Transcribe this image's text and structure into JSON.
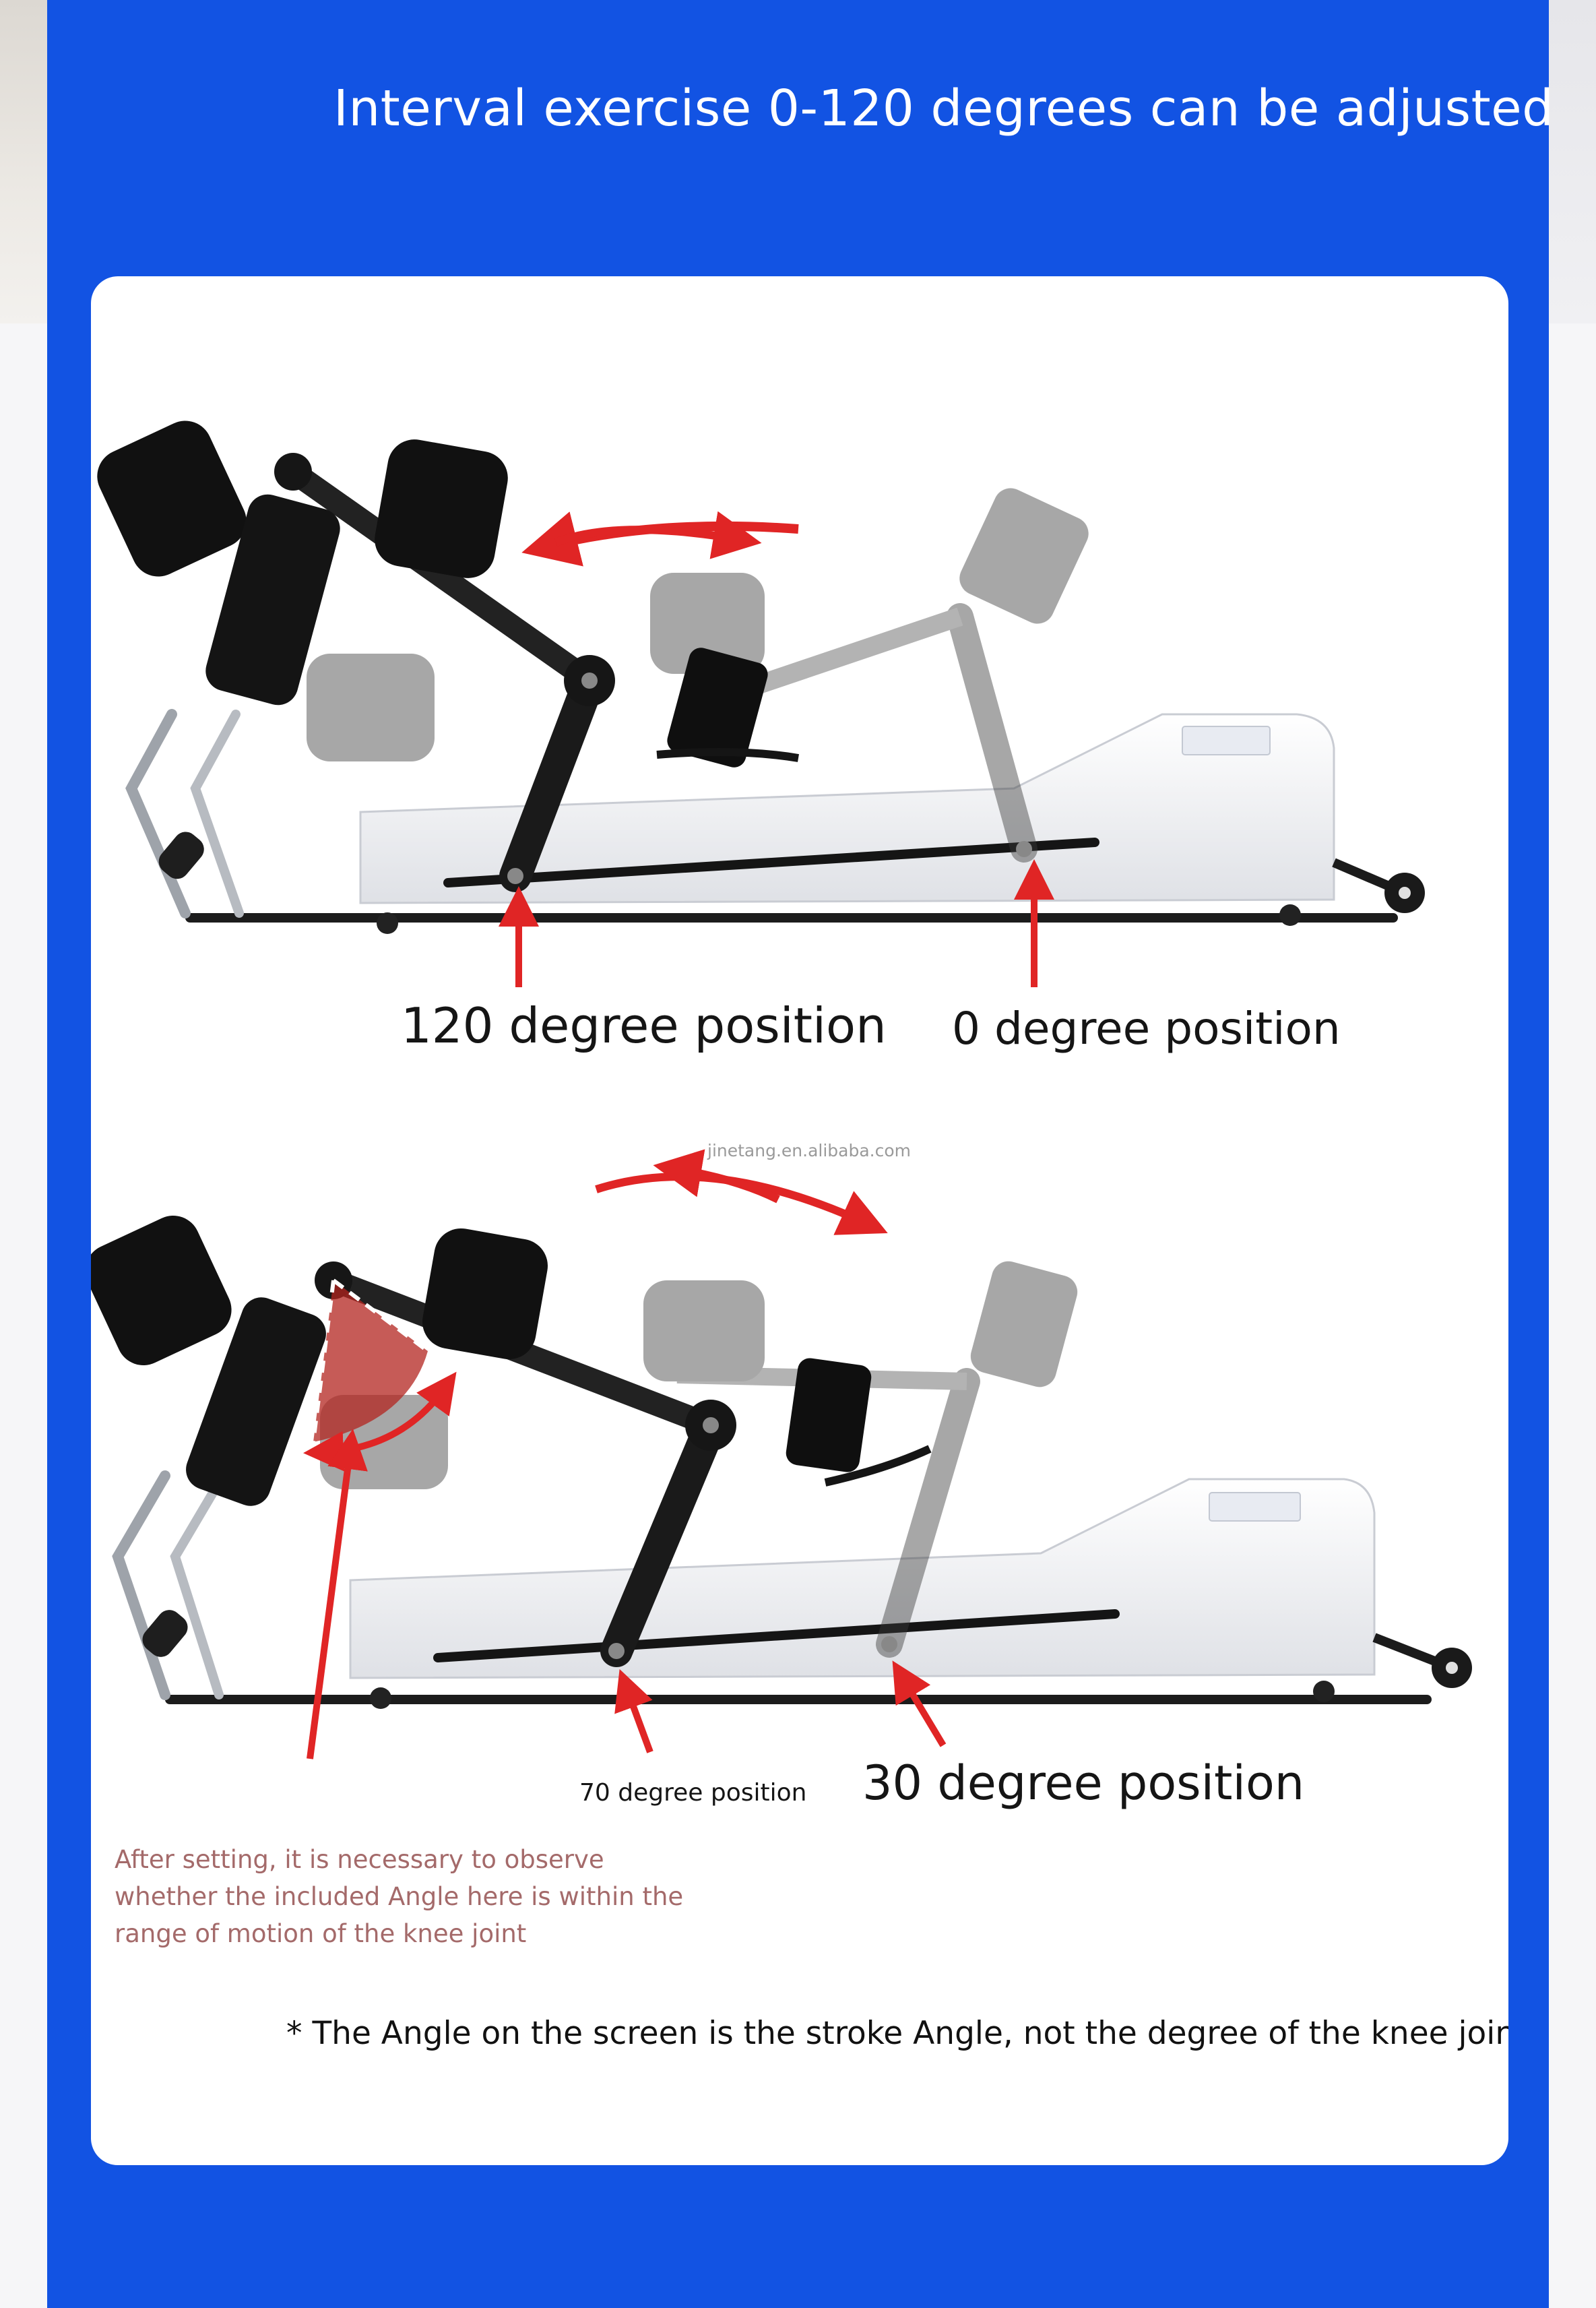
{
  "headline": "Interval exercise 0-120 degrees can be adjusted",
  "figure_top": {
    "label_left": "120 degree position",
    "label_right": "0 degree position"
  },
  "figure_bottom": {
    "label_small": "70 degree position",
    "label_large": "30 degree position"
  },
  "watermark": "jinetang.en.alibaba.com",
  "caution_note": "After setting, it is necessary to observe whether the included Angle here is within the range of motion of the knee joint",
  "footnote": "* The Angle on the screen is the stroke Angle, not the degree of the knee joint Angle",
  "colors": {
    "panel_blue": "#1253e3",
    "arrow_red": "#e02525",
    "caution_text": "#a46a6a",
    "device_white": "#f2f3f6"
  }
}
